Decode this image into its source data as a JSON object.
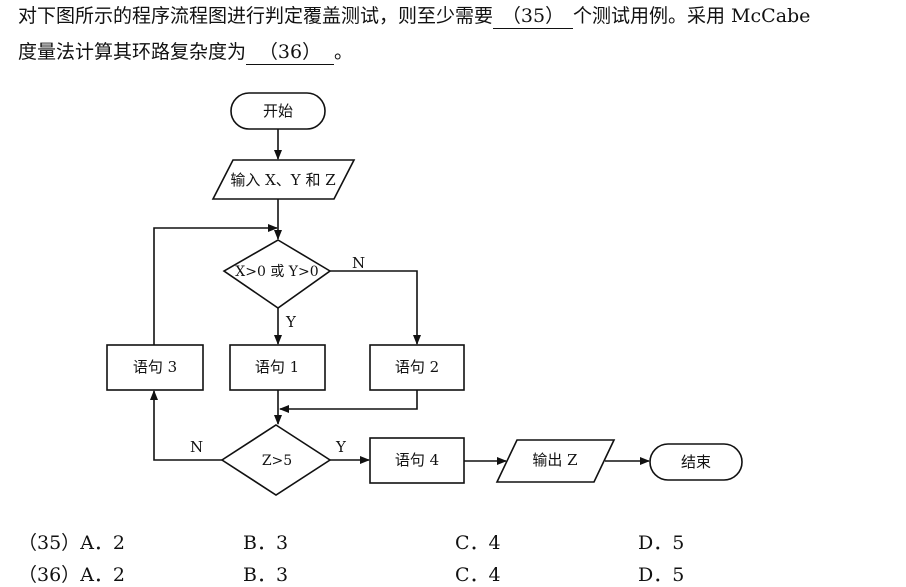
{
  "question": {
    "line1_before": "对下图所示的程序流程图进行判定覆盖测试，则至少需要",
    "blank1": "（35）",
    "line1_after": "个测试用例。采用 McCabe",
    "line2_before": "度量法计算其环路复杂度为",
    "blank2": "（36）",
    "line2_after": "。"
  },
  "flowchart": {
    "start": "开始",
    "input": "输入 X、Y 和 Z",
    "decision1": "X>0 或 Y>0",
    "decision1_yes": "Y",
    "decision1_no": "N",
    "stmt1": "语句 1",
    "stmt2": "语句 2",
    "stmt3": "语句 3",
    "decision2": "Z>5",
    "decision2_yes": "Y",
    "decision2_no": "N",
    "stmt4": "语句 4",
    "output": "输出 Z",
    "end": "结束"
  },
  "options": [
    {
      "num": "（35）",
      "a": "A．2",
      "b": "B．3",
      "c": "C．4",
      "d": "D．5"
    },
    {
      "num": "（36）",
      "a": "A．2",
      "b": "B．3",
      "c": "C．4",
      "d": "D．5"
    }
  ]
}
